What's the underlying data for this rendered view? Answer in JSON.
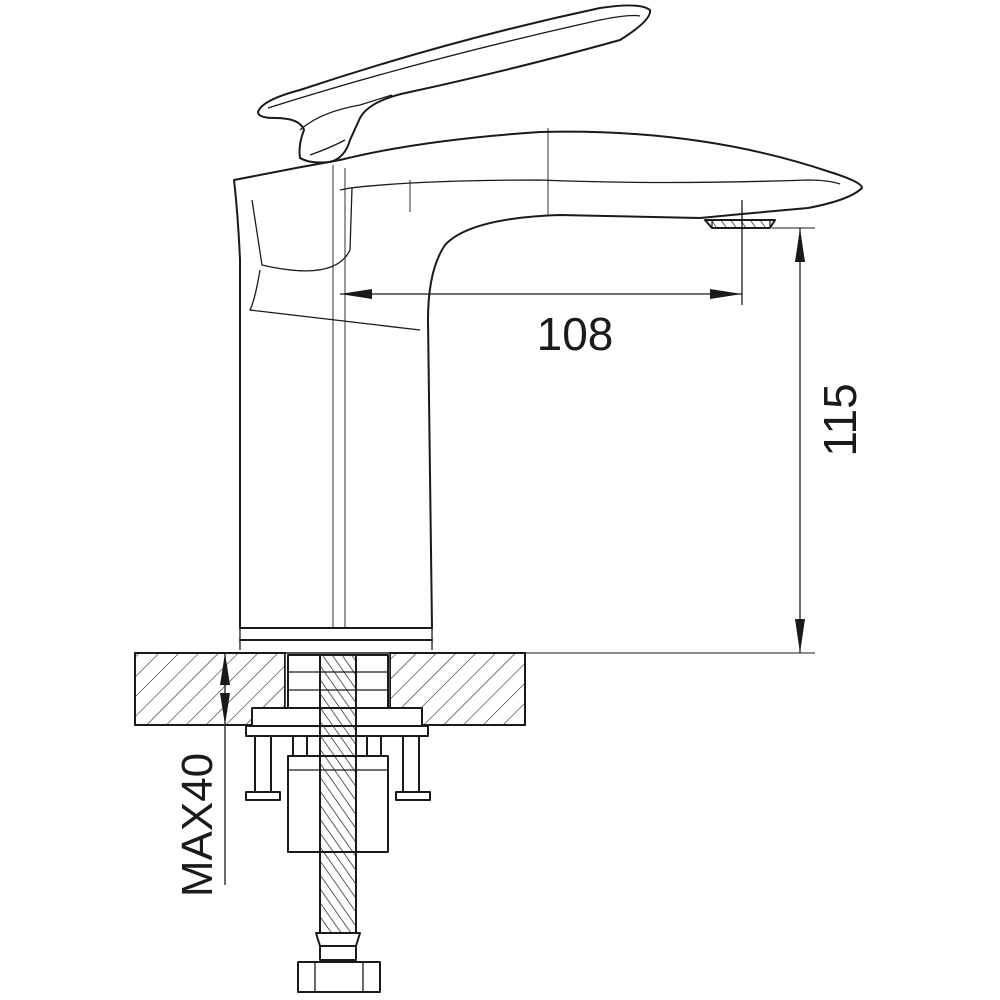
{
  "dimensions": {
    "spout_reach": "108",
    "spout_height": "115",
    "max_deck_thickness": "MAX40"
  }
}
